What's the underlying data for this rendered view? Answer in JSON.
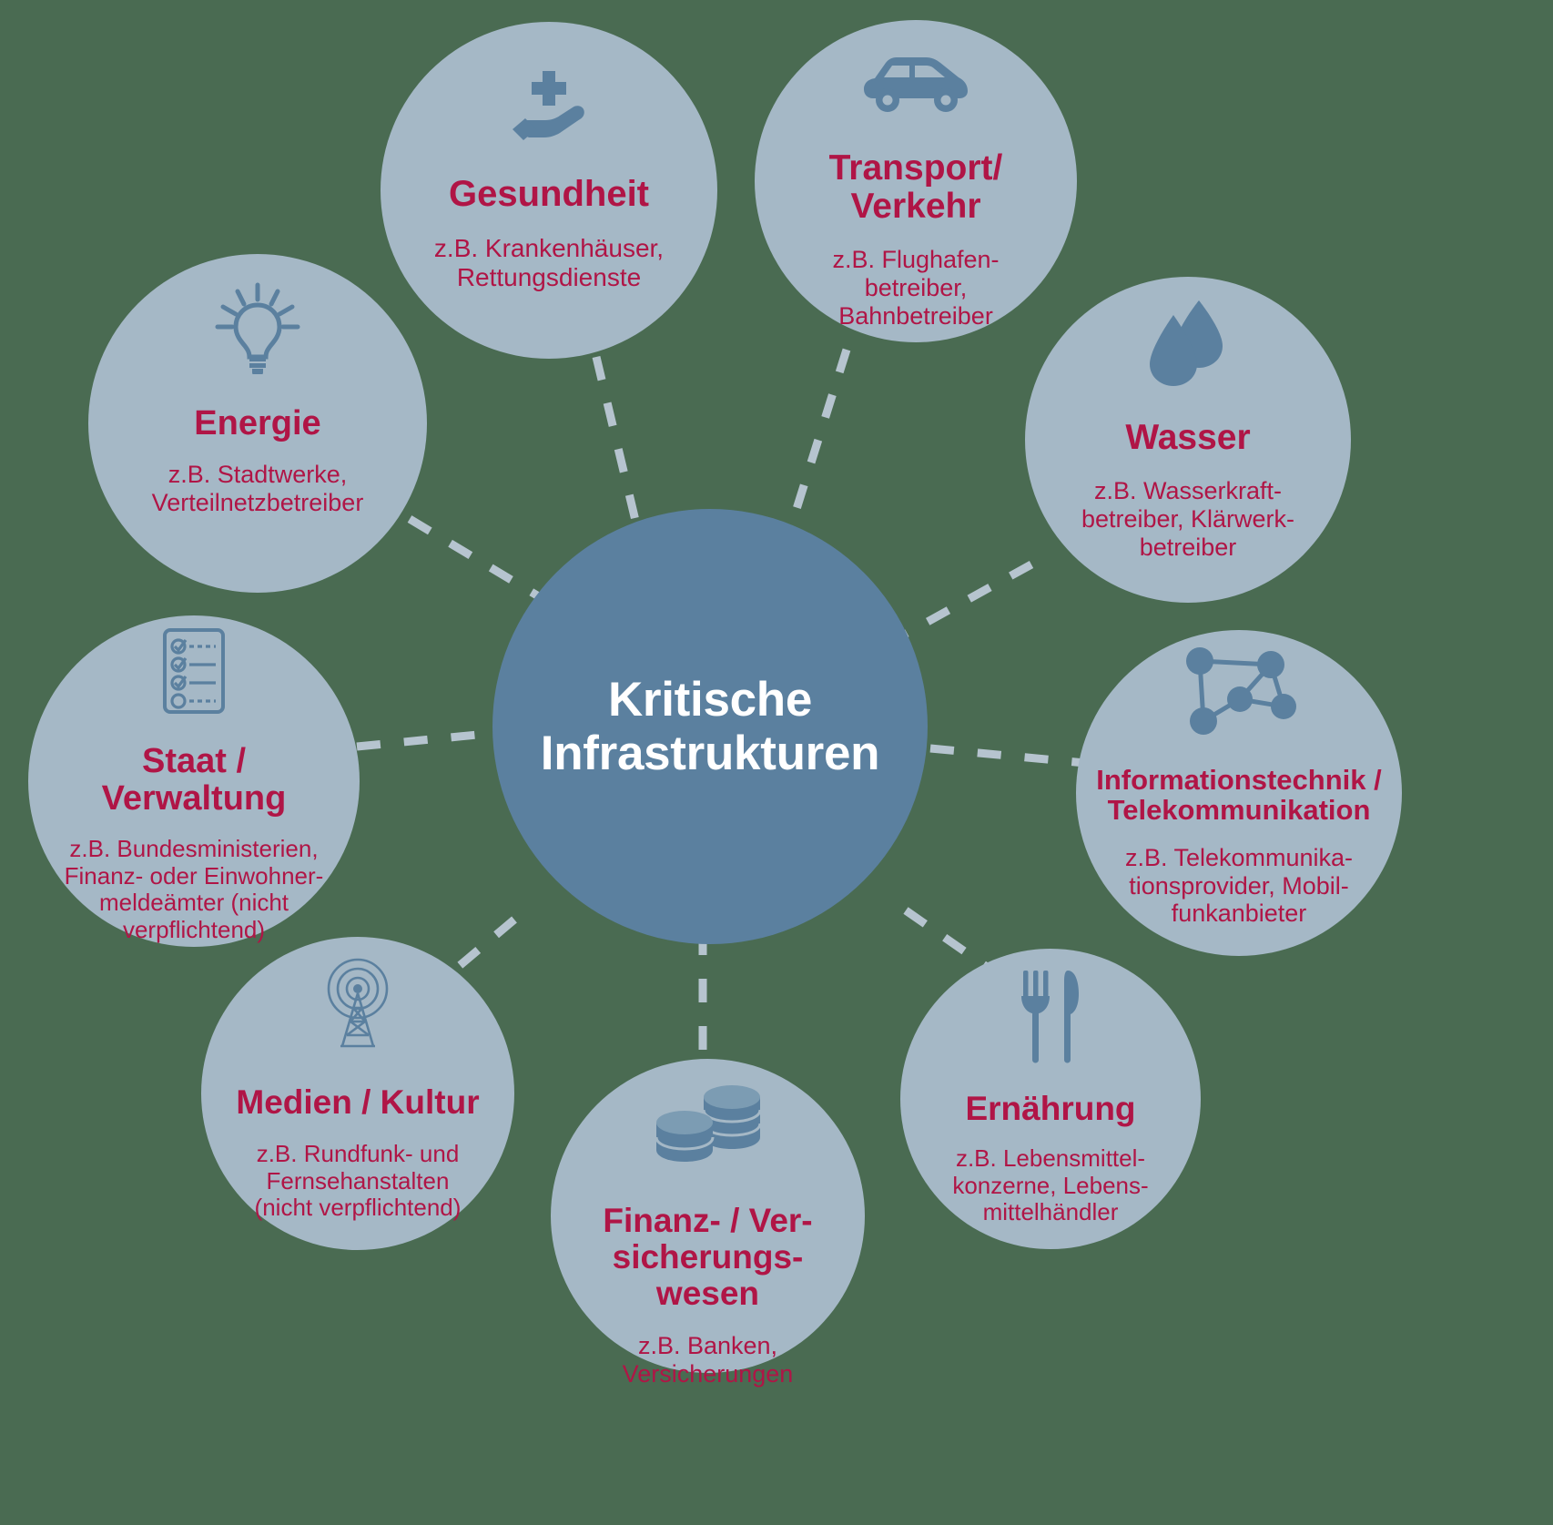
{
  "colors": {
    "background": "#4a6b52",
    "node_fill": "#a5b8c6",
    "hub_fill": "#5b809f",
    "title_text": "#b01546",
    "hub_text": "#ffffff",
    "icon": "#5b809f",
    "connector": "#b6c4cf"
  },
  "hub": {
    "title_line1": "Kritische",
    "title_line2": "Infrastrukturen"
  },
  "nodes": [
    {
      "id": "gesundheit",
      "icon": "hand-holding-medical-cross-icon",
      "title": "Gesundheit",
      "desc_line1": "z.B. Krankenhäuser,",
      "desc_line2": "Rettungsdienste"
    },
    {
      "id": "transport",
      "icon": "car-icon",
      "title_line1": "Transport/",
      "title_line2": "Verkehr",
      "desc_line1": "z.B. Flughafen-",
      "desc_line2": "betreiber,",
      "desc_line3": "Bahnbetreiber"
    },
    {
      "id": "wasser",
      "icon": "water-drops-icon",
      "title": "Wasser",
      "desc_line1": "z.B. Wasserkraft-",
      "desc_line2": "betreiber, Klärwerk-",
      "desc_line3": "betreiber"
    },
    {
      "id": "energie",
      "icon": "lightbulb-icon",
      "title": "Energie",
      "desc_line1": "z.B. Stadtwerke,",
      "desc_line2": "Verteilnetzbetreiber"
    },
    {
      "id": "informationstechnik",
      "icon": "network-nodes-icon",
      "title_line1": "Informationstechnik /",
      "title_line2": "Telekommunikation",
      "desc_line1": "z.B. Telekommunika-",
      "desc_line2": "tionsprovider, Mobil-",
      "desc_line3": "funkanbieter"
    },
    {
      "id": "staat",
      "icon": "checklist-clipboard-icon",
      "title_line1": "Staat /",
      "title_line2": "Verwaltung",
      "desc_line1": "z.B. Bundesministerien,",
      "desc_line2": "Finanz- oder Einwohner-",
      "desc_line3": "meldeämter (nicht",
      "desc_line4": "verpflichtend)"
    },
    {
      "id": "ernaehrung",
      "icon": "fork-and-knife-icon",
      "title": "Ernährung",
      "desc_line1": "z.B. Lebensmittel-",
      "desc_line2": "konzerne, Lebens-",
      "desc_line3": "mittelhändler"
    },
    {
      "id": "medien",
      "icon": "broadcast-tower-icon",
      "title": "Medien / Kultur",
      "desc_line1": "z.B. Rundfunk- und",
      "desc_line2": "Fernsehanstalten",
      "desc_line3": "(nicht verpflichtend)"
    },
    {
      "id": "finanz",
      "icon": "coin-stacks-icon",
      "title_line1": "Finanz- / Ver-",
      "title_line2": "sicherungs-",
      "title_line3": "wesen",
      "desc_line1": "z.B. Banken,",
      "desc_line2": "Versicherungen"
    }
  ]
}
